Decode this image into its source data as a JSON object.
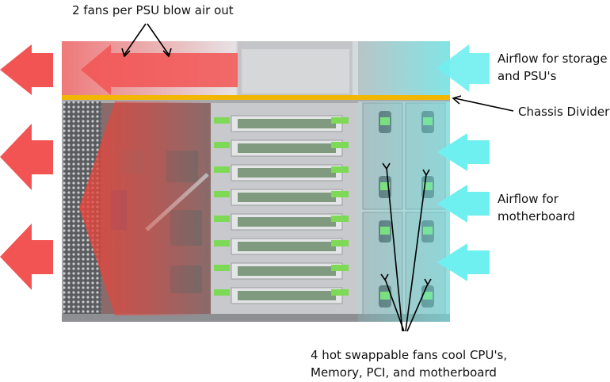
{
  "labels": {
    "psu_fans": "2 fans per PSU blow air out",
    "airflow_storage_1": "Airflow for storage",
    "airflow_storage_2": "and PSU's",
    "chassis_divider": "Chassis Divider",
    "airflow_mb_1": "Airflow for",
    "airflow_mb_2": "motherboard",
    "hot_fans_1": "4 hot swappable fans cool CPU's,",
    "hot_fans_2": "Memory, PCI, and motherboard"
  },
  "colors": {
    "exhaust_arrow": "#f25454",
    "intake_arrow": "#6ff0f0",
    "divider": "#f2b705",
    "heat_gradient": "#e8453c",
    "chassis": "#a8aaad",
    "leader_line": "#000000"
  },
  "icons": {
    "exhaust": "arrow-left-icon",
    "intake": "arrow-left-icon"
  }
}
